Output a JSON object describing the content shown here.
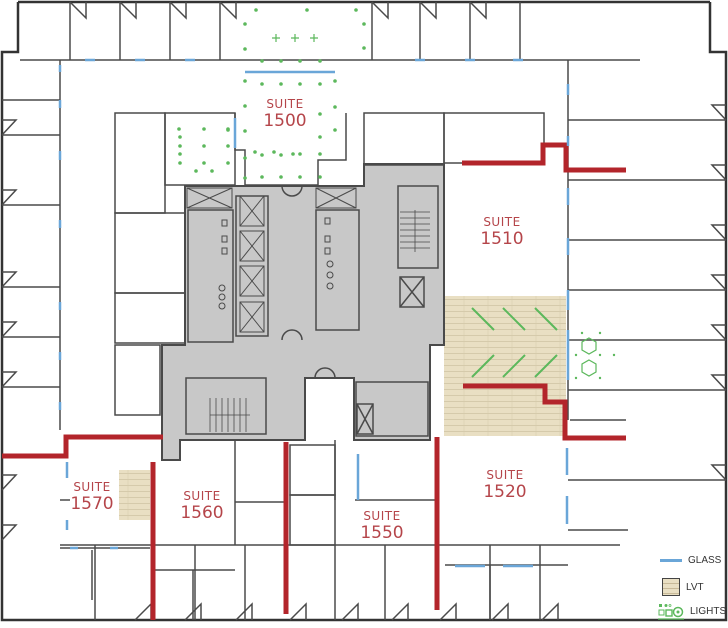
{
  "plan": {
    "colors": {
      "wall": "#4a4a4a",
      "core_fill": "#c8c8c8",
      "suite_boundary": "#b3252b",
      "glass": "#6aa6d8",
      "lvt_fill": "#e9dfc3",
      "lvt_lines": "#c7b998",
      "lights": "#4caf50",
      "label": "#b5454a"
    },
    "suites": [
      {
        "word": "SUITE",
        "number": "1500"
      },
      {
        "word": "SUITE",
        "number": "1510"
      },
      {
        "word": "SUITE",
        "number": "1520"
      },
      {
        "word": "SUITE",
        "number": "1550"
      },
      {
        "word": "SUITE",
        "number": "1560"
      },
      {
        "word": "SUITE",
        "number": "1570"
      }
    ]
  },
  "legend": {
    "items": [
      {
        "label": "GLASS",
        "icon": "glass-line-icon"
      },
      {
        "label": "LVT",
        "icon": "lvt-swatch-icon"
      },
      {
        "label": "LIGHTS",
        "icon": "lights-icon"
      }
    ]
  }
}
